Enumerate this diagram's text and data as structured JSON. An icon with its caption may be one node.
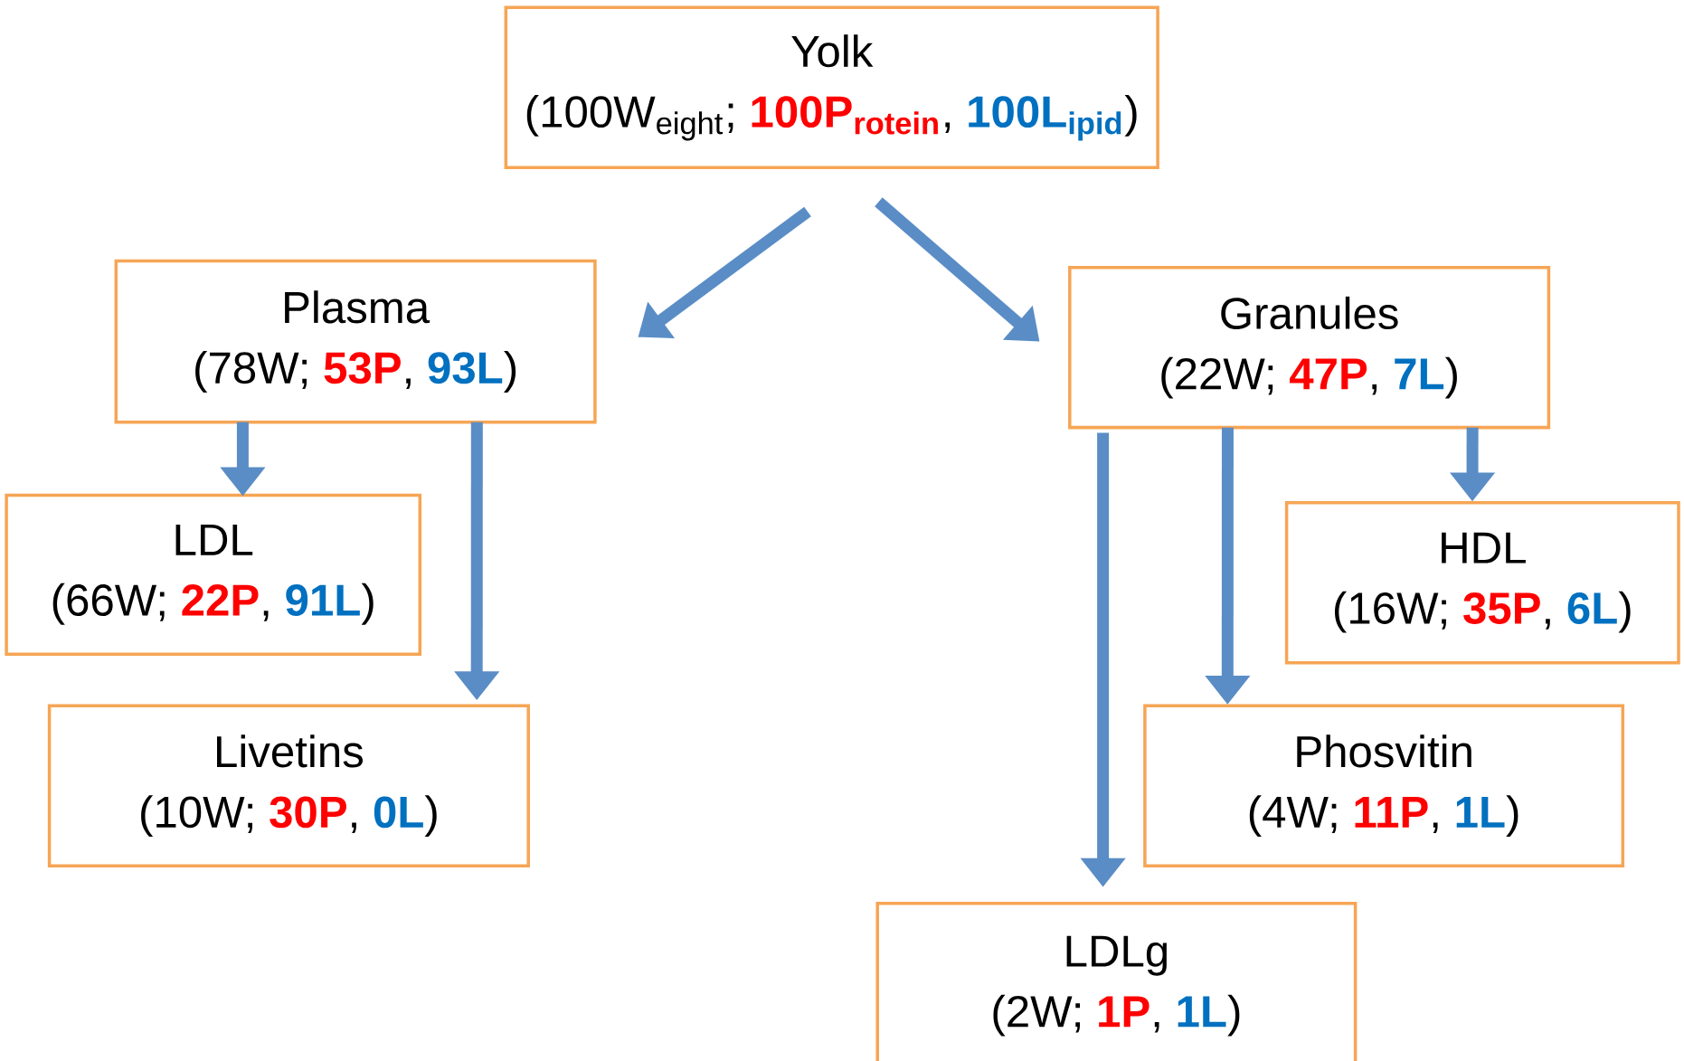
{
  "diagram": {
    "nodes": [
      {
        "text": [
          "Yolk",
          "(100W$_{eight}$; **100P$_{rotein}$**, **100L$_{ipid}$**)"
        ]
      },
      {
        "text": [
          "Plasma",
          "(78W; **53P**, **93L**)"
        ]
      },
      {
        "text": [
          "Granules",
          "(22W; **47P**, **7L**)"
        ]
      },
      {
        "text": [
          "LDL",
          "(66W; **22P**, **91L**)"
        ]
      },
      {
        "text": [
          "HDL",
          "(16W; **35P**, **6L**)"
        ]
      },
      {
        "text": [
          "Livetins",
          "(10W; **30P**, **0L**)"
        ]
      },
      {
        "text": [
          "Phosvitin",
          "(4W; **11P**, **1L**)"
        ]
      },
      {
        "text": [
          "LDLg",
          "(2W; **1P**, **1L**)"
        ]
      }
    ],
    "edges": [
      {
        "from": 0,
        "to": 1,
        "arrow": "to"
      },
      {
        "from": 0,
        "to": 2,
        "arrow": "to"
      },
      {
        "from": 1,
        "to": 3,
        "arrow": "to"
      },
      {
        "from": 1,
        "to": 5,
        "arrow": "to"
      },
      {
        "from": 2,
        "to": 7,
        "arrow": "to"
      },
      {
        "from": 2,
        "to": 6,
        "arrow": "to"
      },
      {
        "from": 2,
        "to": 4,
        "arrow": "to"
      }
    ]
  }
}
